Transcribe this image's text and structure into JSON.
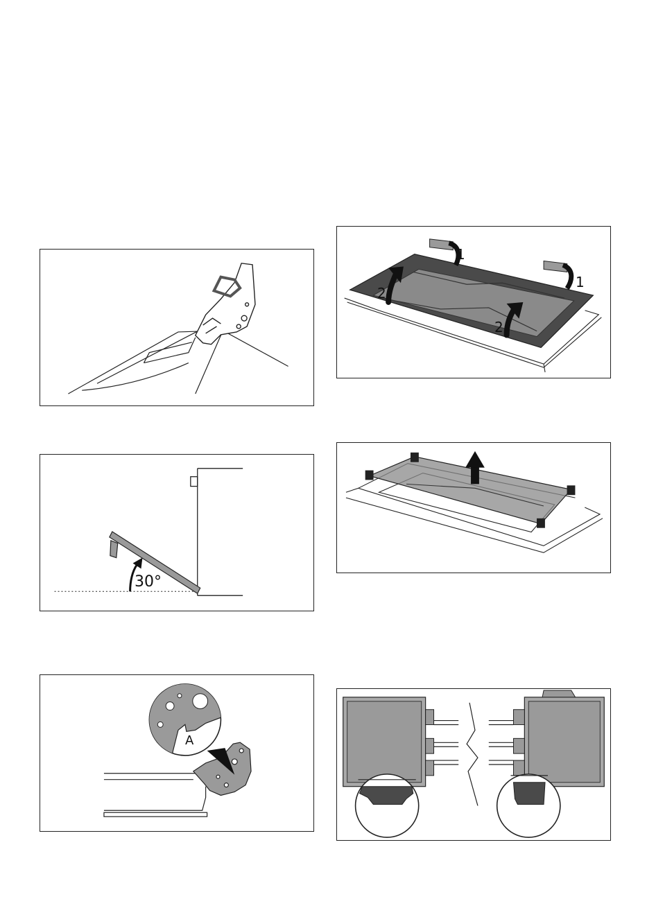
{
  "figures": {
    "hinge_lever": {
      "caption": ""
    },
    "door_angle": {
      "angle_label": "30°"
    },
    "hinge_detail": {
      "callout_label": "A"
    },
    "glass_panel_lift": {
      "step_1_left": "1",
      "step_1_right": "1",
      "step_2_left": "2",
      "step_2_right": "2"
    },
    "inner_glass_remove": {
      "caption": ""
    },
    "glass_clips": {
      "caption": ""
    }
  },
  "colors": {
    "line": "#222222",
    "panel_dark": "#4a4a4a",
    "panel_mid": "#8a8a8a",
    "panel_light": "#a9a9a9",
    "fill_grey": "#9a9a9a"
  }
}
